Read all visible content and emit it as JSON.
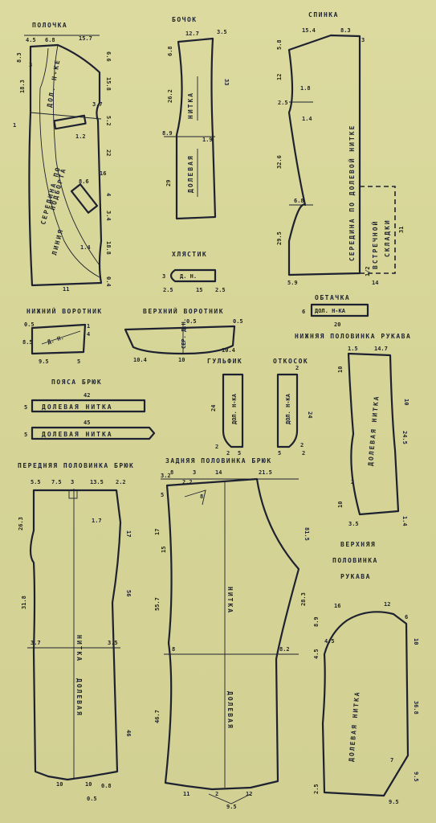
{
  "titles": {
    "polochka": "ПОЛОЧКА",
    "bochok": "БОЧОК",
    "spinka": "СПИНКА",
    "hlyastik": "ХЛЯСТИК",
    "obtachka": "ОБТАЧКА",
    "nizhniy_vorotnik": "НИЖНИЙ ВОРОТНИК",
    "verhniy_vorotnik": "ВЕРХНИЙ ВОРОТНИК",
    "nizhnyaya_rukav": "НИЖНЯЯ ПОЛОВИНКА РУКАВА",
    "gulfik": "ГУЛЬФИК",
    "otkosok": "ОТКОСОК",
    "poyasa": "ПОЯСА БРЮК",
    "perednyaya_bryuk": "ПЕРЕДНЯЯ ПОЛОВИНКА БРЮК",
    "zadnyaya_bryuk": "ЗАДНЯЯ ПОЛОВИНКА БРЮК",
    "verhnyaya_rukav_1": "ВЕРХНЯЯ",
    "verhnyaya_rukav_2": "ПОЛОВИНКА",
    "verhnyaya_rukav_3": "РУКАВА"
  },
  "grain": {
    "dolevaya_nitka": "ДОЛЕВАЯ НИТКА",
    "dolevaya": "ДОЛЕВАЯ",
    "nitka": "НИТКА",
    "dol_n_ka": "ДОЛ. Н-КА",
    "dol_n_ka_b": "ДОЛ. Н-КА",
    "seredina_po_dolevoy": "СЕРЕДИНА ПО ДОЛЕВОЙ НИТКЕ",
    "seredina_bortа": "СЕРЕДИНА ПО",
    "podborta": "ПОДБОРТА",
    "liniya": "ЛИНИЯ",
    "dol_n_ke": "ДОЛ. Н-КЕ",
    "dol_n": "Д. Н.",
    "ser_d_n": "СЕР. Д.Н.",
    "vstrechnoy": "ВСТРЕЧНОЙ",
    "skladki": "СКЛАДКИ",
    "half_label": "1/2"
  },
  "dims": {
    "p_4_5": "4.5",
    "p_6_8": "6.8",
    "p_15_7": "15.7",
    "p_8_3": "8.3",
    "p_6_6": "6.6",
    "p_3": "3",
    "p_18_3": "18.3",
    "p_1": "1",
    "p_15_8": "15.8",
    "p_3_7": "3.7",
    "p_5_2": "5.2",
    "p_1_2": "1.2",
    "p_22": "22",
    "p_8_6": "8.6",
    "p_16": "16",
    "p_4": "4",
    "p_3_4": "3.4",
    "p_1_4": "1.4",
    "p_18_8": "18.8",
    "p_0_4": "0.4",
    "p_11": "11",
    "b_12_7": "12.7",
    "b_3_5": "3.5",
    "b_6_8": "6.8",
    "b_33": "33",
    "b_26_2": "26.2",
    "b_8_9": "8.9",
    "b_1_9": "1.9",
    "b_29": "29",
    "s_15_4": "15.4",
    "s_8_3": "8.3",
    "s_3": "3",
    "s_5_8": "5.8",
    "s_12": "12",
    "s_1_8": "1.8",
    "s_2_5": "2.5",
    "s_1_4": "1.4",
    "s_32_6": "32.6",
    "s_6_8": "6.8",
    "s_29_5": "29.5",
    "s_5_9": "5.9",
    "s_14": "14",
    "s_31": "31",
    "h_3": "3",
    "h_2_5a": "2.5",
    "h_15": "15",
    "h_2_5b": "2.5",
    "o_6": "6",
    "o_20": "20",
    "nv_0_5": "0.5",
    "nv_8_5": "8.5",
    "nv_1": "1",
    "nv_4": "4",
    "nv_9_5": "9.5",
    "nv_5": "5",
    "vv_0_5a": "0.5",
    "vv_0_5b": "0.5",
    "vv_10_4a": "10.4",
    "vv_10": "10",
    "vv_10_4b": "10.4",
    "nr_1_5": "1.5",
    "nr_14_7": "14.7",
    "nr_10a": "10",
    "nr_10b": "10",
    "nr_24_5": "24.5",
    "nr_2": "2",
    "nr_10c": "10",
    "nr_3_5": "3.5",
    "nr_1_4": "1.4",
    "g_24": "24",
    "g_2a": "2",
    "g_5": "5",
    "g_2b": "2",
    "ot_2a": "2",
    "ot_24": "24",
    "ot_5": "5",
    "ot_2b": "2",
    "ot_2c": "2",
    "py_42": "42",
    "py_5a": "5",
    "py_45": "45",
    "py_5b": "5",
    "pb_5_5": "5.5",
    "pb_7_5": "7.5",
    "pb_3": "3",
    "pb_13_5": "13.5",
    "pb_2_2": "2.2",
    "pb_26_3": "26.3",
    "pb_1_7": "1.7",
    "pb_17": "17",
    "pb_56": "56",
    "pb_31_8": "31.8",
    "pb_3_7": "3.7",
    "pb_3_5": "3.5",
    "pb_46": "46",
    "pb_10a": "10",
    "pb_10b": "10",
    "pb_0_8": "0.8",
    "pb_0_5": "0.5",
    "zb_3_2": "3.2",
    "zb_8": "8",
    "zb_3": "3",
    "zb_14": "14",
    "zb_21_5": "21.5",
    "zb_5": "5",
    "zb_2_2": "2.2",
    "zb_8b": "8",
    "zb_17": "17",
    "zb_15": "15",
    "zb_81_5": "81.5",
    "zb_55_7": "55.7",
    "zb_28_3": "28.3",
    "zb_8c": "8",
    "zb_8_2": "8.2",
    "zb_46_7": "46.7",
    "zb_11": "11",
    "zb_2": "2",
    "zb_12": "12",
    "zb_9_5": "9.5",
    "vr_16": "16",
    "vr_12": "12",
    "vr_8_9": "8.9",
    "vr_6": "6",
    "vr_4_5a": "4.5",
    "vr_10": "10",
    "vr_4_5b": "4.5",
    "vr_36_8": "36.8",
    "vr_7": "7",
    "vr_2_5": "2.5",
    "vr_9_5a": "9.5",
    "vr_9_5b": "9.5"
  }
}
